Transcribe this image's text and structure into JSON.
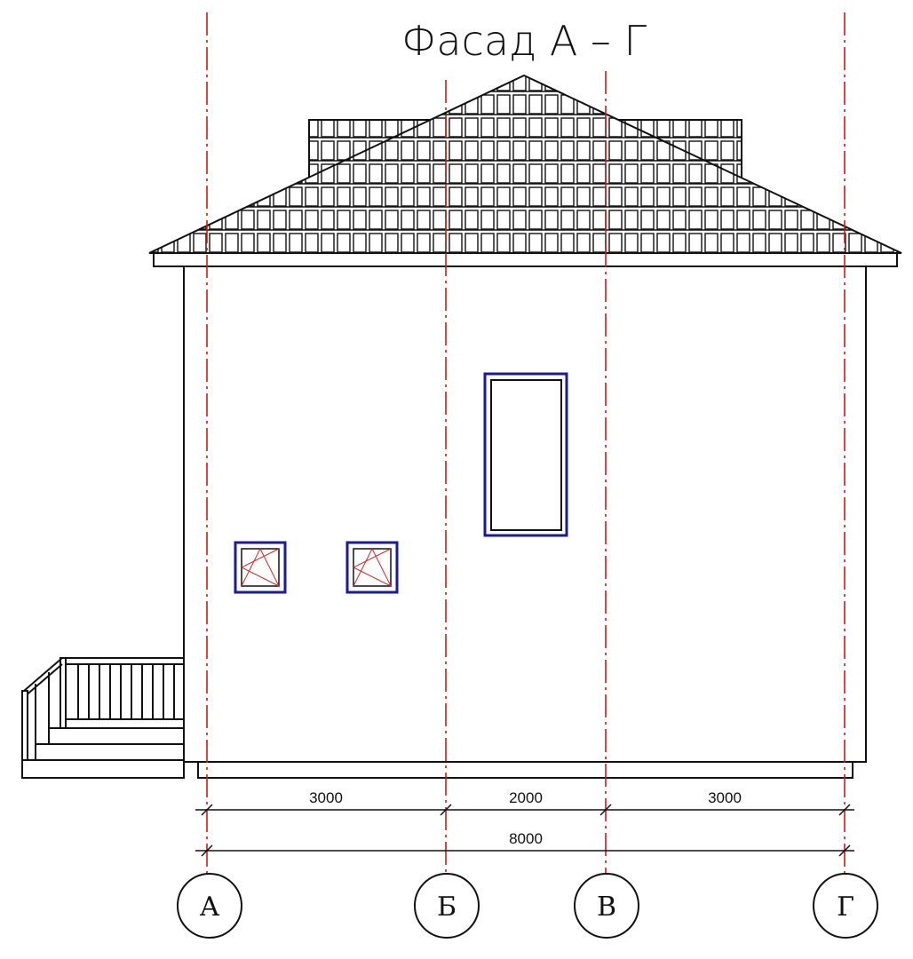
{
  "title": "Фасад А – Г",
  "dimensions": {
    "segments": [
      "3000",
      "2000",
      "3000"
    ],
    "total": "8000"
  },
  "axes": [
    "А",
    "Б",
    "В",
    "Г"
  ],
  "colors": {
    "axis_line": "#cc1a1a",
    "window_frame": "#1a1a9a",
    "window_sash": "#cc2a2a",
    "outline": "#111111"
  }
}
